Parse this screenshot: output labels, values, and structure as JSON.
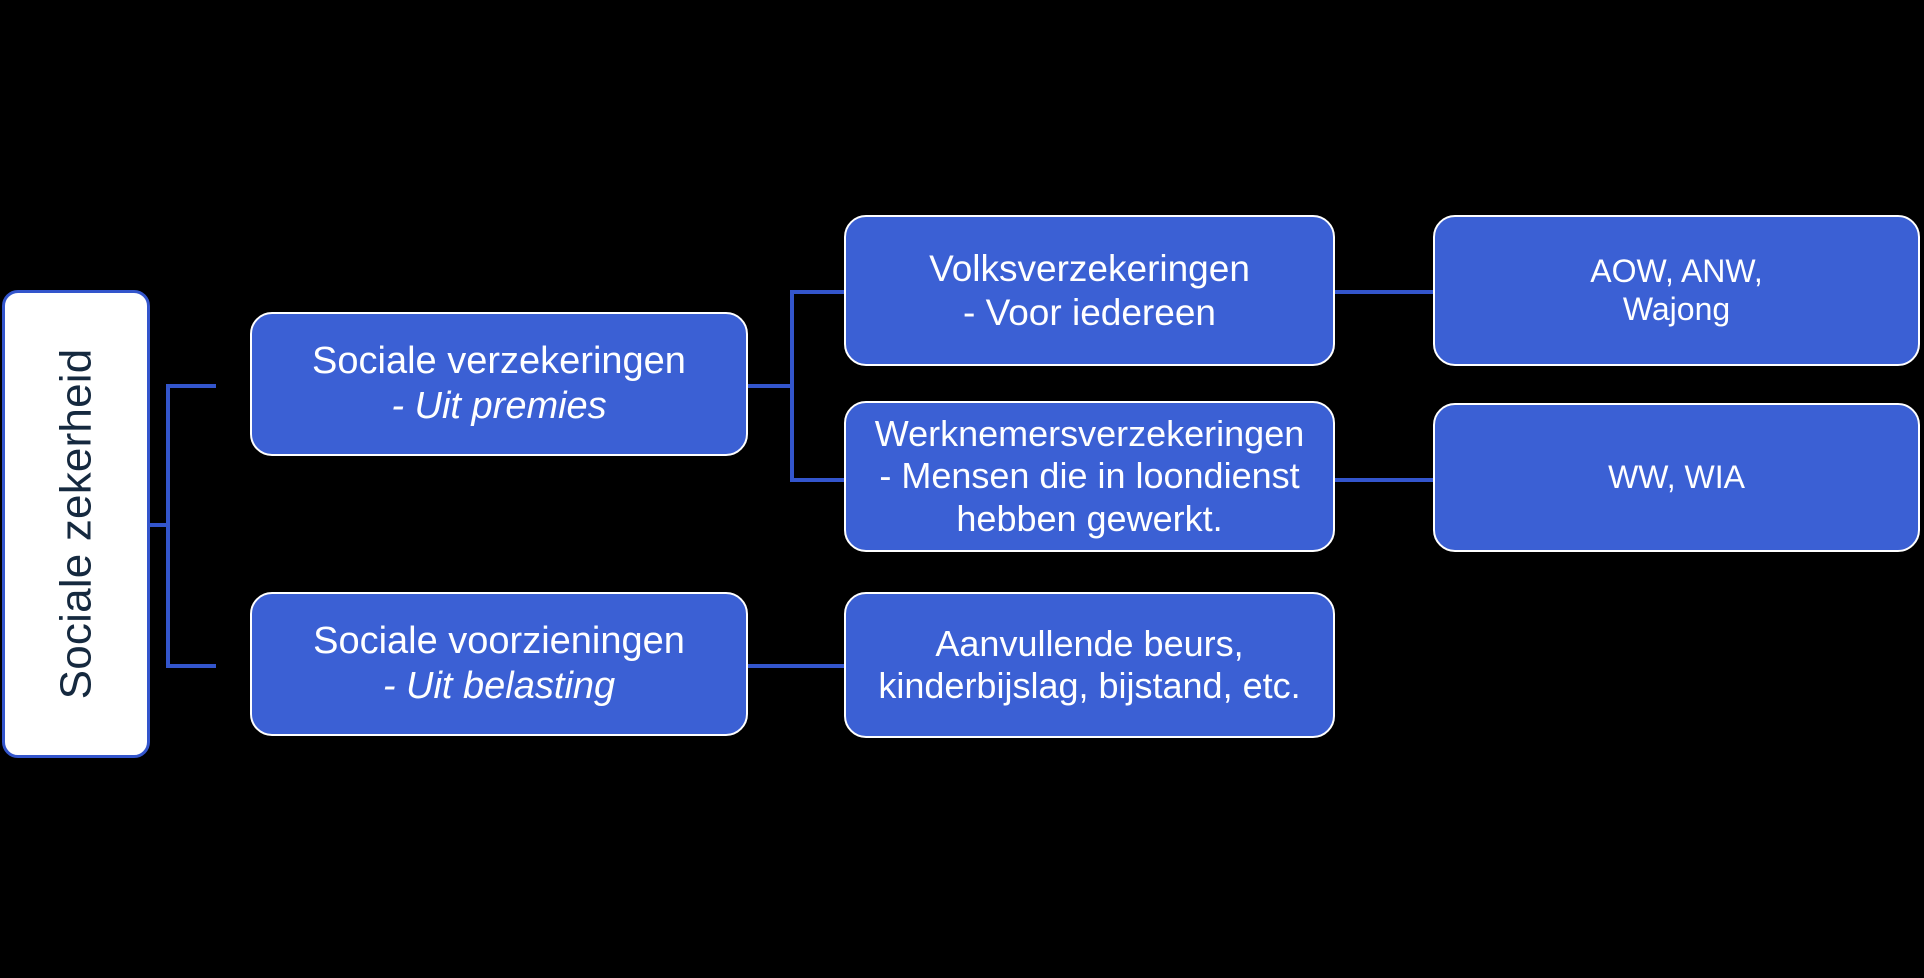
{
  "diagram": {
    "title": "Sociale zekerheid",
    "accent_color": "#3B60D4",
    "line_color": "#3355CC",
    "root_text_color": "#15293F",
    "box_text_color": "#FFFFFF",
    "background_color": "#000000"
  },
  "root": {
    "label": "Sociale zekerheid"
  },
  "level2": [
    {
      "id": "sociale-verzekeringen",
      "lines": [
        {
          "text": "Sociale verzekeringen",
          "italic": false
        },
        {
          "text": "- Uit premies",
          "italic": true
        }
      ]
    },
    {
      "id": "sociale-voorzieningen",
      "lines": [
        {
          "text": "Sociale voorzieningen",
          "italic": false
        },
        {
          "text": "- Uit belasting",
          "italic": true
        }
      ]
    }
  ],
  "level3": [
    {
      "id": "volksverzekeringen",
      "lines": [
        {
          "text": "Volksverzekeringen",
          "italic": false
        },
        {
          "text": "- Voor iedereen",
          "italic": false
        }
      ]
    },
    {
      "id": "werknemersverzekeringen",
      "lines": [
        {
          "text": "Werknemersverzekeringen",
          "italic": false
        },
        {
          "text": "- Mensen die in loondienst",
          "italic": false
        },
        {
          "text": "hebben gewerkt.",
          "italic": false
        }
      ]
    },
    {
      "id": "aanvullende-beurs",
      "lines": [
        {
          "text": "Aanvullende beurs,",
          "italic": false
        },
        {
          "text": "kinderbijslag, bijstand, etc.",
          "italic": false
        }
      ]
    }
  ],
  "level4": [
    {
      "id": "aow-anw-wajong",
      "lines": [
        {
          "text": "AOW, ANW,",
          "italic": false
        },
        {
          "text": "Wajong",
          "italic": false
        }
      ]
    },
    {
      "id": "ww-wia",
      "lines": [
        {
          "text": "WW, WIA",
          "italic": false
        }
      ]
    }
  ]
}
